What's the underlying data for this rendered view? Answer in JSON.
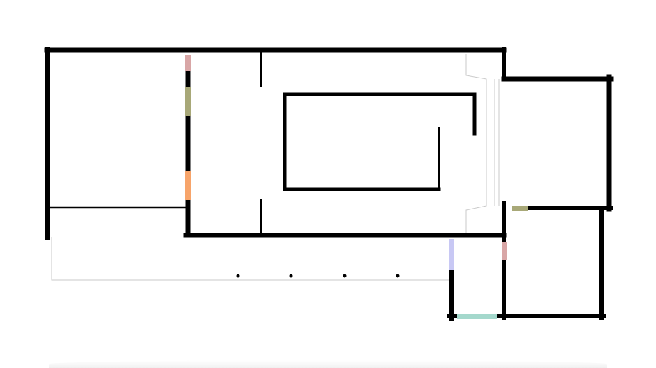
{
  "floorplan": {
    "wall_color": "#000000",
    "background_color": "#ffffff",
    "guide_line_color": "#c8c8c8",
    "opening_colors": {
      "pink": "#d8a6a6",
      "olive": "#a8a878",
      "orange": "#f7a46a",
      "lavender": "#c8c8f4",
      "teal": "#a4d8cc"
    },
    "rooms": [
      "left-room",
      "gallery-hall",
      "center-enclosure",
      "right-room",
      "lower-right-room",
      "small-room",
      "porch"
    ],
    "openings": [
      {
        "id": "door-pink-upper",
        "color": "pink"
      },
      {
        "id": "door-olive-upper",
        "color": "olive"
      },
      {
        "id": "door-orange",
        "color": "orange"
      },
      {
        "id": "door-olive-right",
        "color": "olive"
      },
      {
        "id": "door-pink-right",
        "color": "pink"
      },
      {
        "id": "door-lavender",
        "color": "lavender"
      },
      {
        "id": "door-teal",
        "color": "teal"
      }
    ],
    "columns": 4
  }
}
